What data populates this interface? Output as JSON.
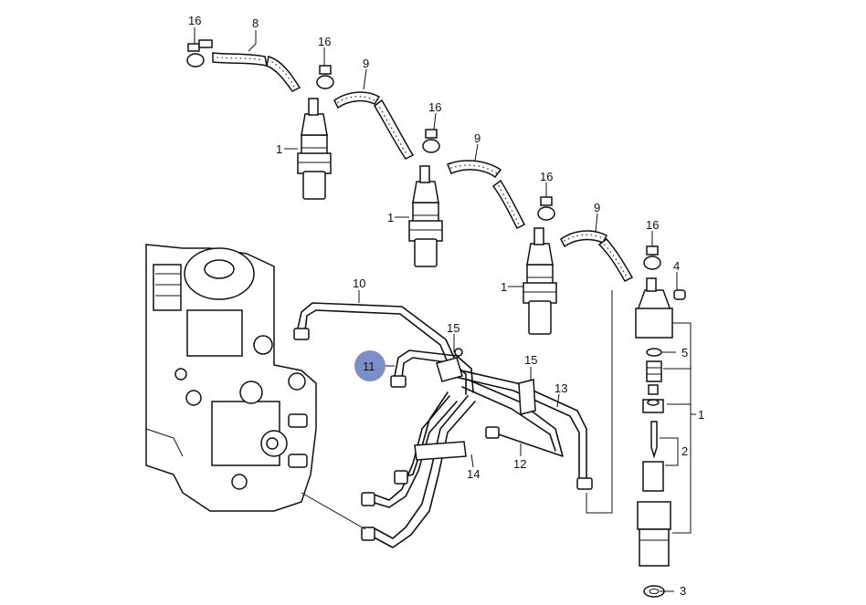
{
  "callouts": [
    {
      "id": "16a",
      "text": "16"
    },
    {
      "id": "8",
      "text": "8"
    },
    {
      "id": "16b",
      "text": "16"
    },
    {
      "id": "9a",
      "text": "9"
    },
    {
      "id": "16c",
      "text": "16"
    },
    {
      "id": "9b",
      "text": "9"
    },
    {
      "id": "16d",
      "text": "16"
    },
    {
      "id": "9c",
      "text": "9"
    },
    {
      "id": "16e",
      "text": "16"
    },
    {
      "id": "1a",
      "text": "1"
    },
    {
      "id": "1b",
      "text": "1"
    },
    {
      "id": "1c",
      "text": "1"
    },
    {
      "id": "1d",
      "text": "1"
    },
    {
      "id": "4",
      "text": "4"
    },
    {
      "id": "5",
      "text": "5"
    },
    {
      "id": "2",
      "text": "2"
    },
    {
      "id": "3",
      "text": "3"
    },
    {
      "id": "10",
      "text": "10"
    },
    {
      "id": "15a",
      "text": "15"
    },
    {
      "id": "15b",
      "text": "15"
    },
    {
      "id": "13",
      "text": "13"
    },
    {
      "id": "12",
      "text": "12"
    },
    {
      "id": "14",
      "text": "14"
    }
  ],
  "selected_callout": {
    "text": "11",
    "color": "#7b8ec8"
  }
}
